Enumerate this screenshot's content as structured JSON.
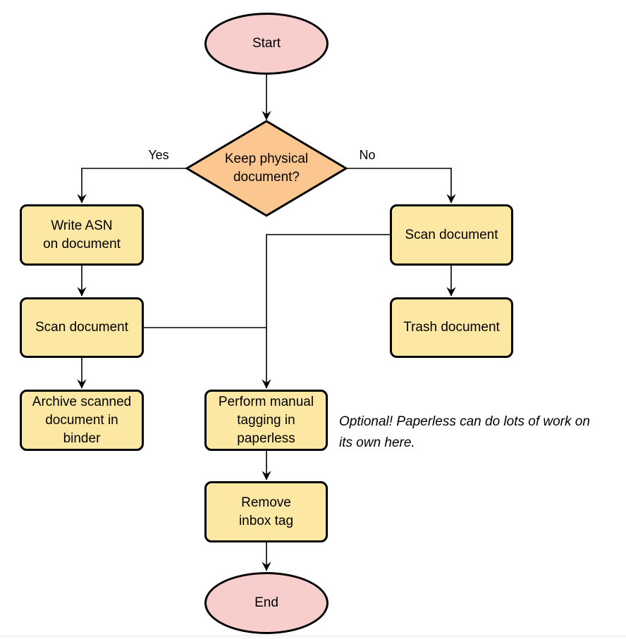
{
  "colors": {
    "terminal_fill": "#f8cecc",
    "decision_fill": "#fbc690",
    "process_fill": "#fce8a2",
    "stroke": "#000000"
  },
  "nodes": {
    "start": {
      "label": "Start",
      "type": "terminal"
    },
    "decision": {
      "label": "Keep physical\ndocument?",
      "type": "decision"
    },
    "write_asn": {
      "label": "Write ASN\non document",
      "type": "process"
    },
    "scan_left": {
      "label": "Scan document",
      "type": "process"
    },
    "archive": {
      "label": "Archive scanned\ndocument in\nbinder",
      "type": "process"
    },
    "scan_right": {
      "label": "Scan document",
      "type": "process"
    },
    "trash": {
      "label": "Trash document",
      "type": "process"
    },
    "tagging": {
      "label": "Perform manual\ntagging in\npaperless",
      "type": "process"
    },
    "remove_inbox": {
      "label": "Remove\ninbox tag",
      "type": "process"
    },
    "end": {
      "label": "End",
      "type": "terminal"
    }
  },
  "edge_labels": {
    "yes": "Yes",
    "no": "No"
  },
  "edges": [
    {
      "from": "start",
      "to": "decision"
    },
    {
      "from": "decision",
      "to": "write_asn",
      "label": "Yes"
    },
    {
      "from": "decision",
      "to": "scan_right",
      "label": "No"
    },
    {
      "from": "write_asn",
      "to": "scan_left"
    },
    {
      "from": "scan_left",
      "to": "archive"
    },
    {
      "from": "scan_left",
      "to": "tagging"
    },
    {
      "from": "scan_right",
      "to": "trash"
    },
    {
      "from": "scan_right",
      "to": "tagging"
    },
    {
      "from": "tagging",
      "to": "remove_inbox"
    },
    {
      "from": "remove_inbox",
      "to": "end"
    }
  ],
  "annotation": {
    "text": "Optional! Paperless can do lots of work on\nits own here."
  }
}
